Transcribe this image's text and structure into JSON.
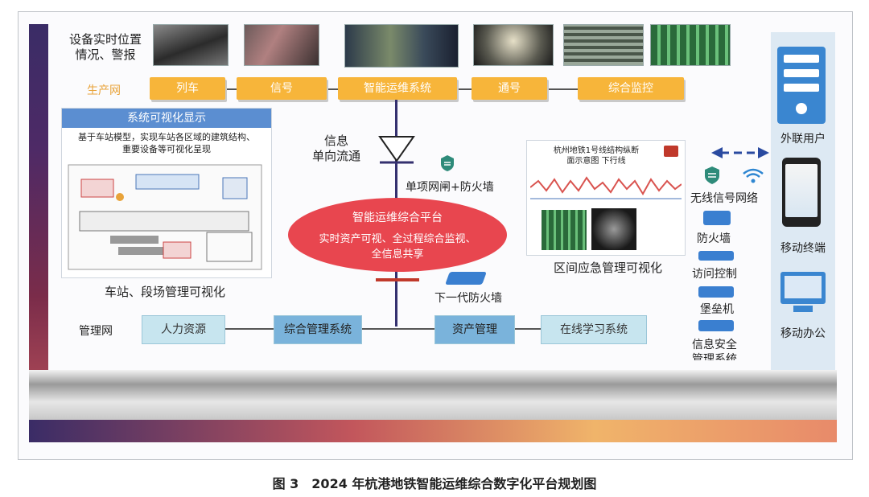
{
  "top_label": [
    "设备实时位置",
    "情况、警报"
  ],
  "production_net_label": "生产网",
  "production_nodes": [
    "列车",
    "信号",
    "智能运维系统",
    "通号",
    "综合监控"
  ],
  "flow_label": [
    "信息",
    "单向流通"
  ],
  "gateway_label": "单项网闸+防火墙",
  "platform": {
    "title": "智能运维综合平台",
    "line1": "实时资产可视、全过程综合监视、",
    "line2": "全信息共享"
  },
  "next_firewall": "下一代防火墙",
  "left_panel": {
    "title": "系统可视化显示",
    "desc": [
      "基于车站模型，实现车站各区域的建筑结构、",
      "重要设备等可视化呈现"
    ],
    "caption": "车站、段场管理可视化"
  },
  "right_panel": {
    "header": [
      "杭州地铁1号线结构纵断",
      "面示意图 下行线"
    ],
    "caption": "区间应急管理可视化"
  },
  "management_net_label": "管理网",
  "management_nodes": [
    "人力资源",
    "综合管理系统",
    "资产管理",
    "在线学习系统"
  ],
  "security": {
    "wireless": "无线信号网络",
    "items": [
      "防火墙",
      "访问控制",
      "堡垒机",
      "信息安全",
      "管理系统"
    ]
  },
  "external": {
    "user": "外联用户",
    "mobile": "移动终端",
    "office": "移动办公"
  },
  "figure_caption": "图 3　2024 年杭港地铁智能运维综合数字化平台规划图",
  "colors": {
    "yellow": "#f7b53a",
    "red": "#e8464f",
    "navy": "#34306f",
    "blue": "#5b8ed1"
  }
}
